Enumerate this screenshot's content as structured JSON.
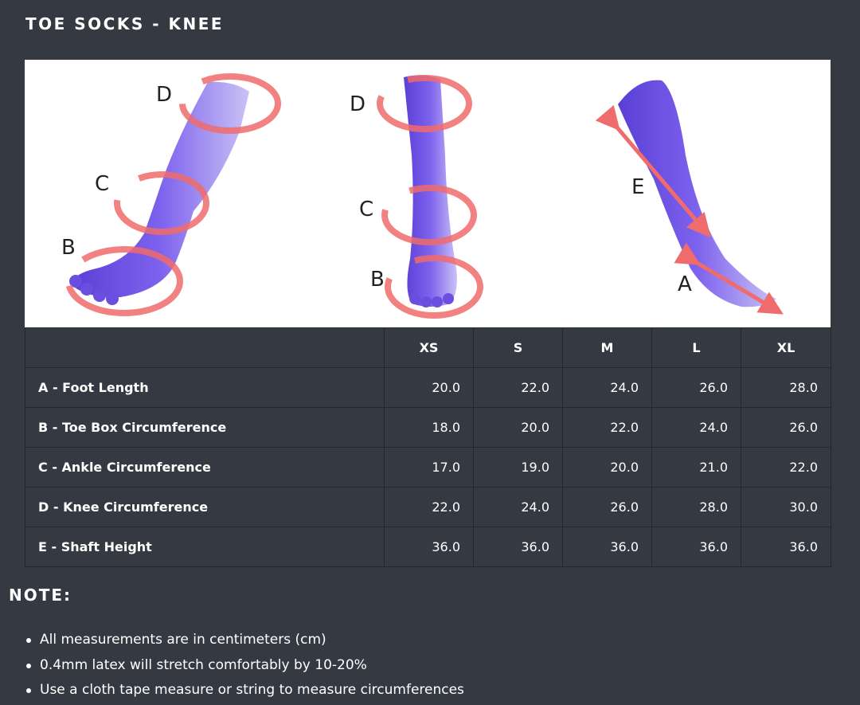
{
  "title": "TOE SOCKS - KNEE",
  "diagram": {
    "description_labels": [
      "D",
      "C",
      "B",
      "D",
      "C",
      "B",
      "E",
      "A"
    ],
    "colors": {
      "sock": "#6b4ee0",
      "arrow": "#f06b6b",
      "background": "#ffffff"
    }
  },
  "table": {
    "headers": [
      "",
      "XS",
      "S",
      "M",
      "L",
      "XL"
    ],
    "rows": [
      {
        "label": "A - Foot Length",
        "values": [
          "20.0",
          "22.0",
          "24.0",
          "26.0",
          "28.0"
        ]
      },
      {
        "label": "B - Toe Box Circumference",
        "values": [
          "18.0",
          "20.0",
          "22.0",
          "24.0",
          "26.0"
        ]
      },
      {
        "label": "C - Ankle Circumference",
        "values": [
          "17.0",
          "19.0",
          "20.0",
          "21.0",
          "22.0"
        ]
      },
      {
        "label": "D - Knee Circumference",
        "values": [
          "22.0",
          "24.0",
          "26.0",
          "28.0",
          "30.0"
        ]
      },
      {
        "label": "E - Shaft Height",
        "values": [
          "36.0",
          "36.0",
          "36.0",
          "36.0",
          "36.0"
        ]
      }
    ]
  },
  "note": {
    "title": "NOTE:",
    "items": [
      "All measurements are in centimeters (cm)",
      "0.4mm latex will stretch comfortably by 10-20%",
      "Use a cloth tape measure or string to measure circumferences"
    ]
  }
}
